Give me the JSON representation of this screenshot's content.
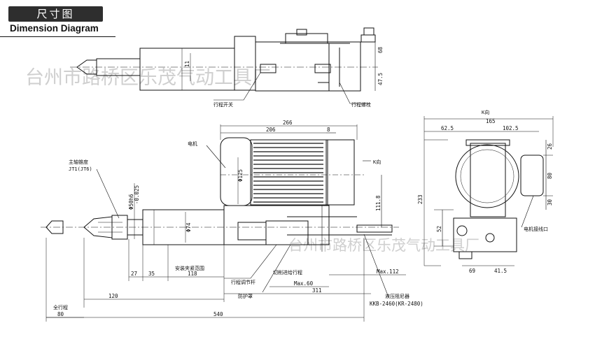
{
  "header": {
    "title_zh": "尺寸图",
    "title_en": "Dimension Diagram"
  },
  "watermark": "台州市路桥区乐茂气动工具厂",
  "top_view": {
    "labels": {
      "limit_switch": "行程开关",
      "limit_nut": "行程螺栓"
    },
    "dims": {
      "d68": "68",
      "d475": "47.5",
      "dtop": "11"
    }
  },
  "main_view": {
    "labels": {
      "motor": "电机",
      "spindle_taper": "主轴锥度",
      "spindle_taper_val": "JT1(JT6)",
      "mount_clamp": "安装夹紧范围",
      "cut_feed": "切削进给行程",
      "stroke_adjust": "行程调节杆",
      "protect_cover": "防护罩",
      "hydraulic_damper": "液压阻尼器",
      "damper_model": "KKB-2460(KR-2480)",
      "full_stroke": "全行程",
      "k_dir": "K向"
    },
    "dims": {
      "d266": "266",
      "d206": "206",
      "d8": "8",
      "d125": "Φ125",
      "d1118": "111.8",
      "d50": "Φ50h6",
      "d50tol": "-0.025",
      "d74": "Φ74",
      "d27": "27",
      "d35": "35",
      "d118": "118",
      "max60": "Max.60",
      "max112": "Max.112",
      "d311": "311",
      "d120": "120",
      "d80": "80",
      "d540": "540"
    }
  },
  "side_view": {
    "title": "K向",
    "labels": {
      "motor_terminal": "电机接线口"
    },
    "dims": {
      "d165": "165",
      "d625": "62.5",
      "d1025": "102.5",
      "d233": "233",
      "d26": "26",
      "d80": "80",
      "d30": "30",
      "d52": "52",
      "d69": "69",
      "d415": "41.5"
    }
  }
}
